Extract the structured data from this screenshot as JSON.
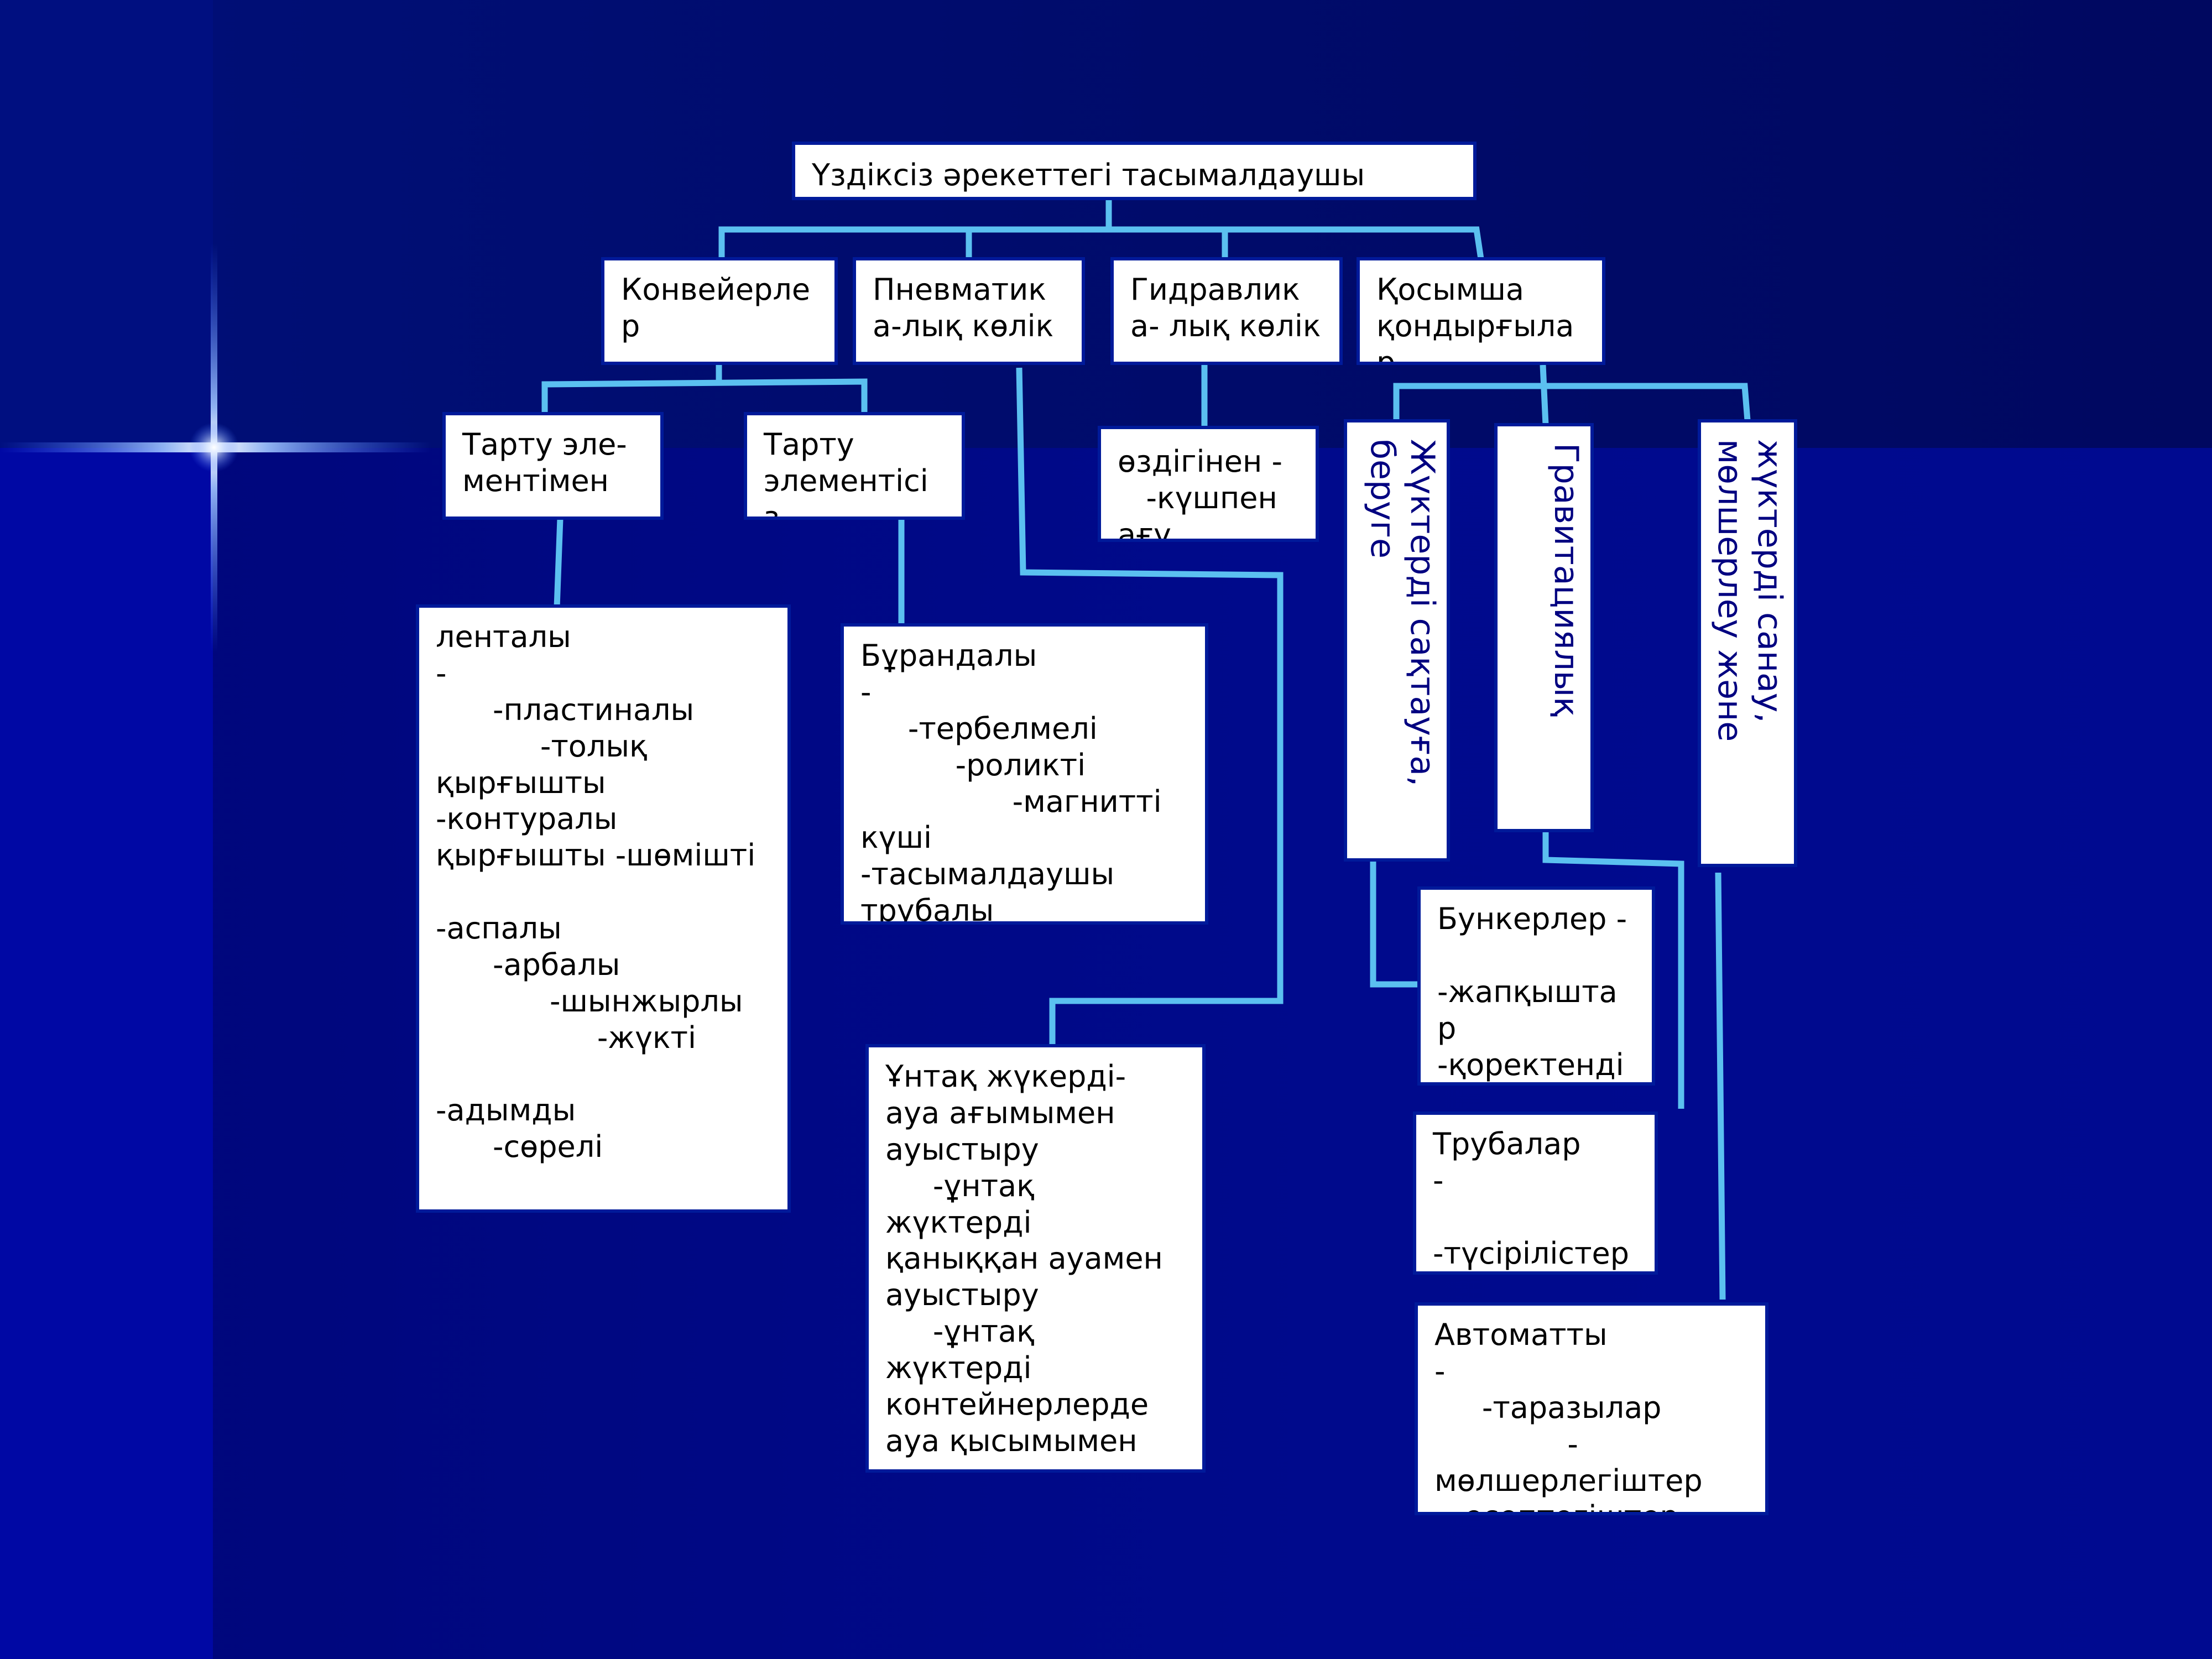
{
  "colors": {
    "background": "#000a8c",
    "connector": "#5bc0f0",
    "box_fill": "#ffffff",
    "box_border": "#001a9a",
    "vertical_text": "#000080"
  },
  "root": {
    "label": "Үздіксіз әрекеттегі тасымалдаушы машиналар"
  },
  "level1": {
    "conveyors": "Конвейерле р",
    "pneumatic": "Пневматик а-лық көлік",
    "hydraulic": "Гидравлик а- лық көлік",
    "auxiliary": "Қосымша қондырғыла р"
  },
  "level2": {
    "with_traction": "Тарту эле- ментімен",
    "without_traction": "Тарту элементісі з",
    "self_flow": "өздігінен -\n   -күшпен ағу",
    "storage": "Жүктерді сақтауға, беруге",
    "gravity": "Гравитациялық",
    "counting": "жүктерді санау, мөлшерлеу және"
  },
  "details": {
    "traction_types": "ленталы                         -\n      -пластиналы\n           -толық қырғышты\n-контуралы қырғышты -шөмішті\n\n-аспалы\n      -арбалы\n            -шынжырлы\n                 -жүкті\n\n-адымды\n      -сөрелі\n\n-экскалаторлы",
    "no_traction_types": "Бұрандалы                   -\n     -тербелмелі\n          -роликті\n                -магнитті күші\n-тасымалдаушы трубалы",
    "pneumatic_types": "Ұнтақ жүкерді- ауа ағымымен ауыстыру\n     -ұнтақ жүктерді қаныққан ауамен ауыстыру\n     -ұнтақ жүктерді контейнерлерде ауа қысымымен ауыстыру",
    "bunkers": "Бункерлер -\n\n-жапқышта р\n-қоректенді р гіштер",
    "pipes": "Трубалар        -\n\n-түсірілістер\n   - беткейлер",
    "automatic": "Автоматты               -\n     -таразылар\n              -\nмөлшерлегіштер\n  -есептегіштер"
  }
}
